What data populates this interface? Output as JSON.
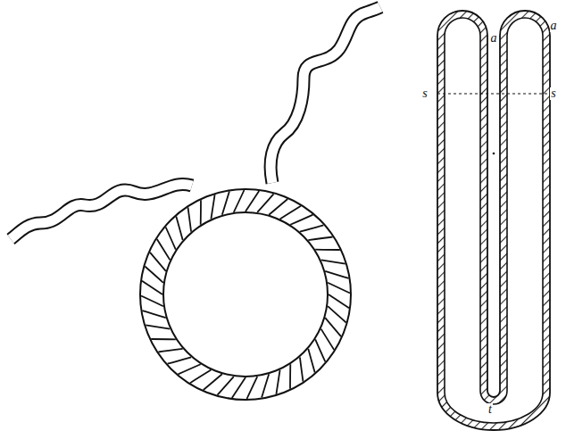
{
  "diagram": {
    "labels": [
      "a",
      "a",
      "s",
      "s",
      "t"
    ]
  }
}
